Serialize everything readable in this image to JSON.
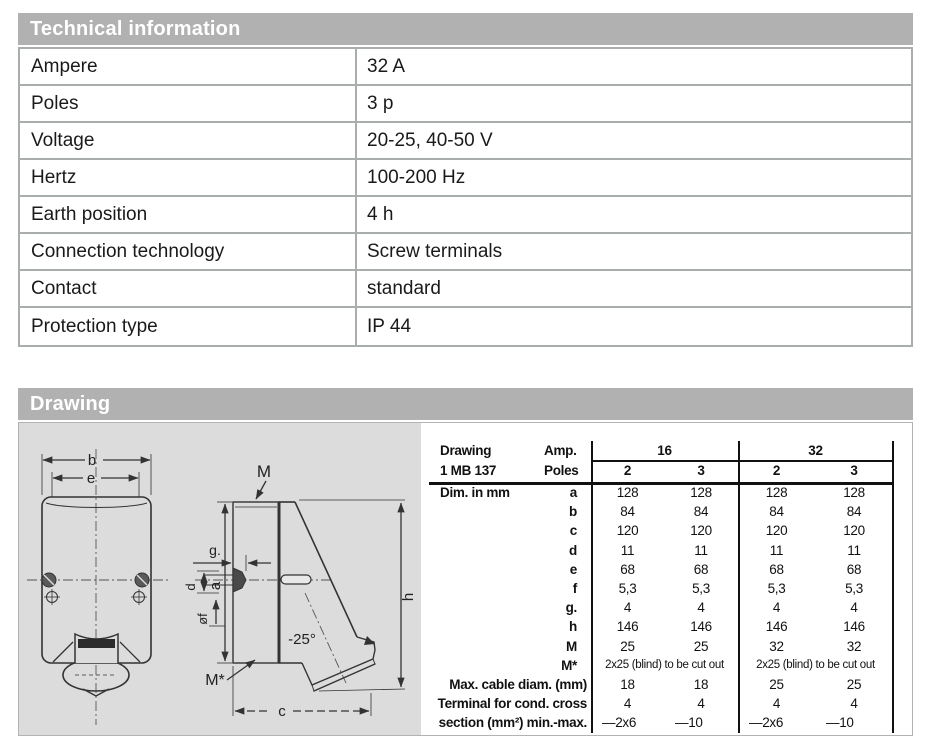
{
  "colors": {
    "section_header_bg": "#b1b1b1",
    "section_header_text": "#ffffff",
    "table_border": "#aaadad",
    "diagram_bg": "#dcdcdc",
    "text": "#1a1a1a"
  },
  "technical_information": {
    "title": "Technical information",
    "rows": [
      {
        "label": "Ampere",
        "value": "32 A"
      },
      {
        "label": "Poles",
        "value": "3 p"
      },
      {
        "label": "Voltage",
        "value": "20-25, 40-50 V"
      },
      {
        "label": "Hertz",
        "value": "100-200 Hz"
      },
      {
        "label": "Earth position",
        "value": "4 h"
      },
      {
        "label": "Connection technology",
        "value": "Screw terminals"
      },
      {
        "label": "Contact",
        "value": "standard"
      },
      {
        "label": "Protection type",
        "value": "IP 44"
      }
    ]
  },
  "drawing_section": {
    "title": "Drawing",
    "diagram_labels": {
      "b": "b",
      "e": "e",
      "m": "M",
      "a": "a",
      "g": "g.",
      "d": "d",
      "of": "øf",
      "angle": "-25°",
      "h": "h",
      "c": "c",
      "m_star": "M*"
    },
    "dim_table": {
      "name_line1": "Drawing",
      "name_line2": "1 MB 137",
      "amp_label": "Amp.",
      "poles_label": "Poles",
      "dim_unit_label": "Dim. in mm",
      "groups": [
        {
          "amp": "16",
          "poles": [
            "2",
            "3"
          ]
        },
        {
          "amp": "32",
          "poles": [
            "2",
            "3"
          ]
        }
      ],
      "dim_rows": [
        {
          "dim": "a",
          "values": [
            "128",
            "128",
            "128",
            "128"
          ]
        },
        {
          "dim": "b",
          "values": [
            "84",
            "84",
            "84",
            "84"
          ]
        },
        {
          "dim": "c",
          "values": [
            "120",
            "120",
            "120",
            "120"
          ]
        },
        {
          "dim": "d",
          "values": [
            "11",
            "11",
            "11",
            "11"
          ]
        },
        {
          "dim": "e",
          "values": [
            "68",
            "68",
            "68",
            "68"
          ]
        },
        {
          "dim": "f",
          "values": [
            "5,3",
            "5,3",
            "5,3",
            "5,3"
          ]
        },
        {
          "dim": "g.",
          "values": [
            "4",
            "4",
            "4",
            "4"
          ]
        },
        {
          "dim": "h",
          "values": [
            "146",
            "146",
            "146",
            "146"
          ]
        },
        {
          "dim": "M",
          "values": [
            "25",
            "25",
            "32",
            "32"
          ]
        }
      ],
      "mstar_row": {
        "dim": "M*",
        "group_values": [
          "2x25 (blind) to be cut out",
          "2x25 (blind) to be cut out"
        ]
      },
      "footer_rows": [
        {
          "label": "Max. cable diam. (mm)",
          "values": [
            "18",
            "18",
            "25",
            "25"
          ]
        },
        {
          "label": "Terminal for cond. cross",
          "values": [
            "4",
            "4",
            "4",
            "4"
          ]
        },
        {
          "label": "section (mm²) min.-max.",
          "values": [
            "—2x6",
            "—10",
            "—2x6",
            "—10"
          ],
          "align_left": true
        }
      ]
    }
  }
}
